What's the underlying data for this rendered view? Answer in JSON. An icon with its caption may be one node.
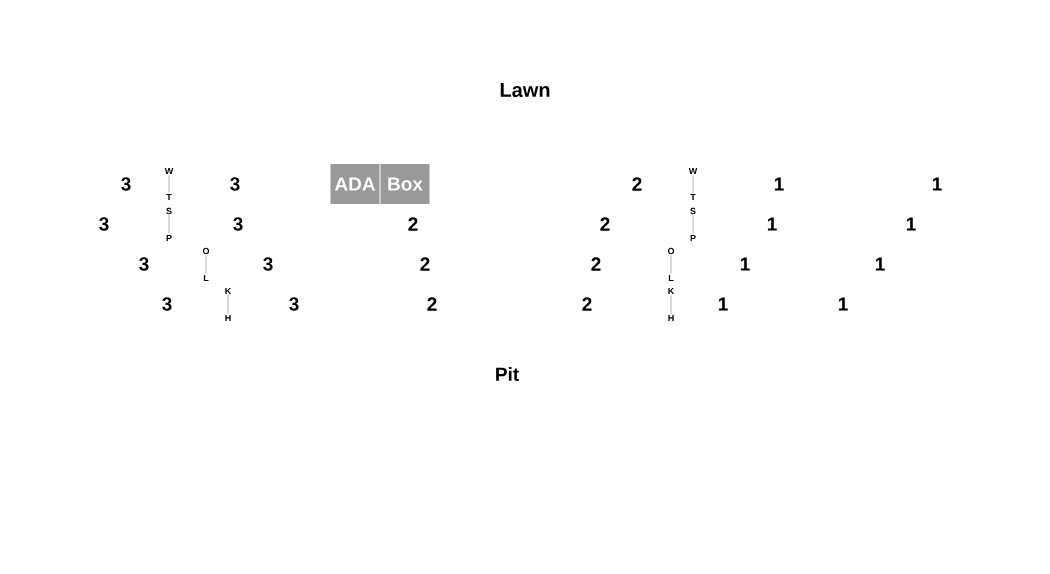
{
  "diagram": {
    "title": "Lawn",
    "nodes": [
      {
        "text": [
          "ADA"
        ]
      },
      {
        "text": [
          "Box"
        ]
      },
      {
        "text": [
          "W"
        ]
      },
      {
        "text": [
          "T"
        ]
      },
      {
        "text": [
          "S"
        ]
      },
      {
        "text": [
          "P"
        ]
      },
      {
        "text": [
          "O"
        ]
      },
      {
        "text": [
          "L"
        ]
      },
      {
        "text": [
          "K"
        ]
      },
      {
        "text": [
          "H"
        ]
      },
      {
        "text": [
          "W"
        ]
      },
      {
        "text": [
          "T"
        ]
      },
      {
        "text": [
          "S"
        ]
      },
      {
        "text": [
          "P"
        ]
      },
      {
        "text": [
          "O"
        ]
      },
      {
        "text": [
          "L"
        ]
      },
      {
        "text": [
          "K"
        ]
      },
      {
        "text": [
          "H"
        ]
      }
    ],
    "edges": [
      {
        "from": 2,
        "to": 3,
        "arrow": "none"
      },
      {
        "from": 4,
        "to": 5,
        "arrow": "none"
      },
      {
        "from": 6,
        "to": 7,
        "arrow": "none"
      },
      {
        "from": 8,
        "to": 9,
        "arrow": "none"
      },
      {
        "from": 10,
        "to": 11,
        "arrow": "none"
      },
      {
        "from": 12,
        "to": 13,
        "arrow": "none"
      },
      {
        "from": 14,
        "to": 15,
        "arrow": "none"
      },
      {
        "from": 16,
        "to": 17,
        "arrow": "none"
      }
    ],
    "labels": [
      "3",
      "3",
      "2",
      "1",
      "1",
      "3",
      "3",
      "2",
      "2",
      "1",
      "1",
      "3",
      "3",
      "2",
      "2",
      "1",
      "1",
      "3",
      "3",
      "2",
      "2",
      "1",
      "1",
      "Pit"
    ]
  }
}
